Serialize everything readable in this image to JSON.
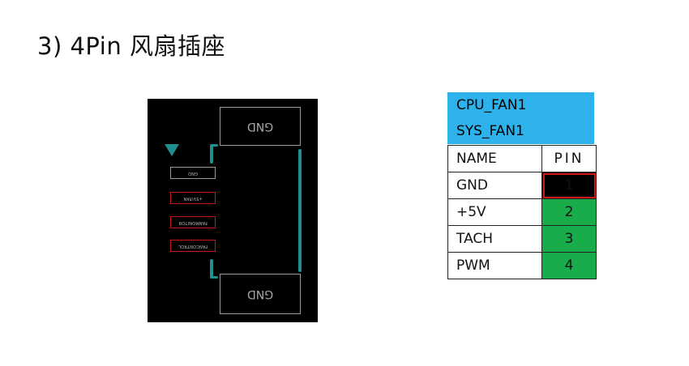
{
  "slide": {
    "title": "3) 4Pin 风扇插座"
  },
  "footprint": {
    "top_pad_label": "GND",
    "bottom_pad_label": "GND",
    "pins": [
      {
        "label": "GND",
        "outline_color": "#9a9a9a"
      },
      {
        "label": "+5V/FAN",
        "outline_color": "#c81818"
      },
      {
        "label": "FANMONITOR",
        "outline_color": "#c81818"
      },
      {
        "label": "FANCONTROL",
        "outline_color": "#c81818"
      }
    ],
    "marker_color": "#1f8f8f"
  },
  "table": {
    "header_lines": [
      "CPU_FAN1",
      "SYS_FAN1"
    ],
    "header_color": "#2eb2ec",
    "columns": [
      "NAME",
      "PIN"
    ],
    "rows": [
      {
        "name": "GND",
        "pin": "1",
        "color": "#000000"
      },
      {
        "name": "+5V",
        "pin": "2",
        "color": "#19ac4b"
      },
      {
        "name": "TACH",
        "pin": "3",
        "color": "#19ac4b"
      },
      {
        "name": "PWM",
        "pin": "4",
        "color": "#19ac4b"
      }
    ]
  }
}
